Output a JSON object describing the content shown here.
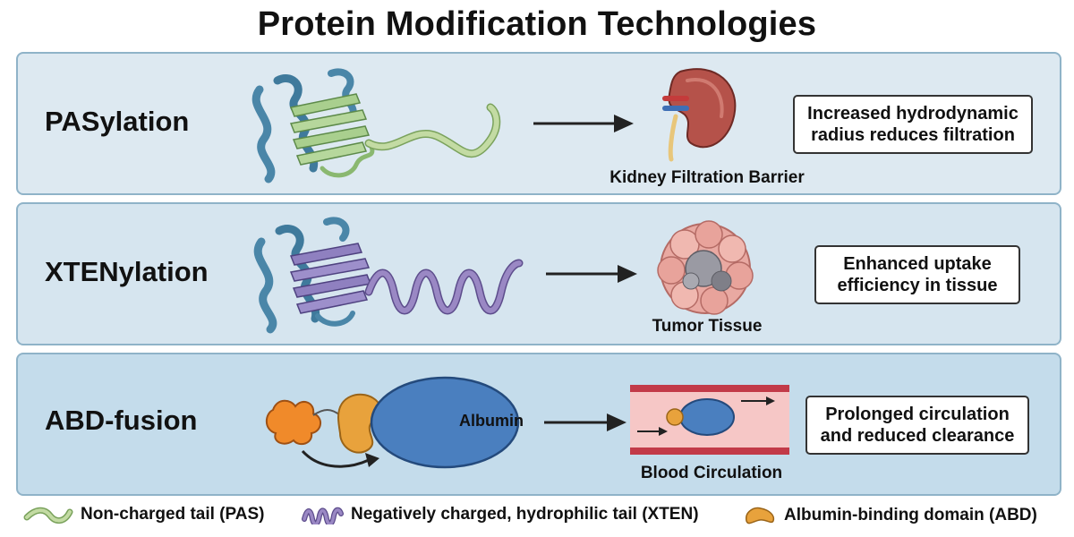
{
  "title": "Protein Modification Technologies",
  "colors": {
    "pas_tail": "#c3dba3",
    "xten_tail": "#9a88c4",
    "abd": "#e8a23c",
    "albumin": "#4a7fbf",
    "protein": "#4a86a8",
    "kidney": "#b5524a",
    "vessel": "#c23a48"
  },
  "rows": [
    {
      "label": "PASylation",
      "target_icon": "kidney-icon",
      "target_caption": "Kidney Filtration Barrier",
      "effect_line1": "Increased hydrodynamic",
      "effect_line2": "radius reduces filtration"
    },
    {
      "label": "XTENylation",
      "target_icon": "tumor-icon",
      "target_caption": "Tumor Tissue",
      "effect_line1": "Enhanced uptake",
      "effect_line2": "efficiency in tissue"
    },
    {
      "label": "ABD-fusion",
      "albumin_label": "Albumin",
      "target_icon": "blood-vessel-icon",
      "target_caption": "Blood Circulation",
      "effect_line1": "Prolonged circulation",
      "effect_line2": "and reduced clearance"
    }
  ],
  "legend": [
    {
      "icon": "pas-tail-icon",
      "text": "Non-charged tail (PAS)"
    },
    {
      "icon": "xten-tail-icon",
      "text": "Negatively charged, hydrophilic tail (XTEN)"
    },
    {
      "icon": "abd-icon",
      "text": "Albumin-binding domain (ABD)"
    }
  ]
}
